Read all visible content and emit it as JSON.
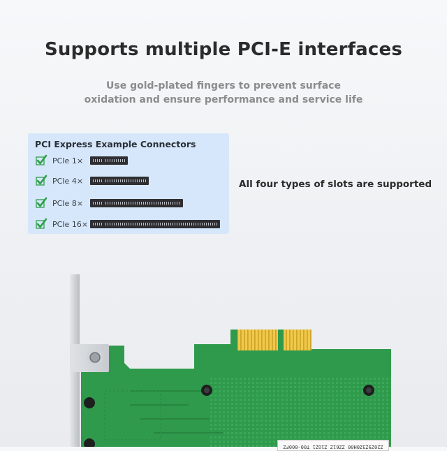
{
  "headline": "Supports multiple PCI-E interfaces",
  "subline": {
    "line1": "Use gold-plated fingers to prevent surface",
    "line2": "oxidation and ensure performance and service life"
  },
  "panel": {
    "title": "PCI Express Example Connectors",
    "rows": [
      {
        "label": "PCIe 1×"
      },
      {
        "label": "PCIe 4×"
      },
      {
        "label": "PCIe 8×"
      },
      {
        "label": "PCIe 16×"
      }
    ]
  },
  "note": "All four types of slots are supported",
  "board": {
    "label_text": "Z20Z9Z3Z0H00 ZZ61Z Z1GZ1 T00-000FZ"
  },
  "colors": {
    "pcb": "#2f9a4c",
    "gold": "#e2b73a",
    "check": "#2e9e48",
    "panel": "#d6e7fb"
  }
}
